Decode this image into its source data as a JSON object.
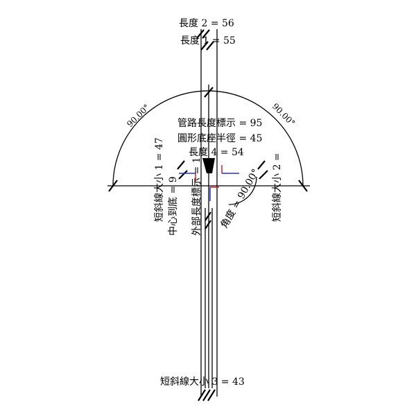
{
  "labels": {
    "length2": "長度 2 = 56",
    "length1": "長度 1 = 55",
    "pipe_length_label": "管路長度標示 = 95",
    "circle_base_radius": "圓形底座半徑 = 45",
    "length4": "長度 4 = 54",
    "short_slash_size1": "短斜線大小 1 = 47",
    "center_to_bottom": "中心到底 = 9",
    "external_length_label": "外部長度標示 = 1",
    "angle": "角度 = 90.00°",
    "short_slash_size2": "短斜線大小 2 = ",
    "short_slash_size3": "短斜線大小 3 = 43",
    "arc_angle_left": "90.00°",
    "arc_angle_right": "90.00°"
  },
  "colors": {
    "axis_x": "#d02020",
    "axis_y": "#2030c0",
    "line": "#000000"
  }
}
